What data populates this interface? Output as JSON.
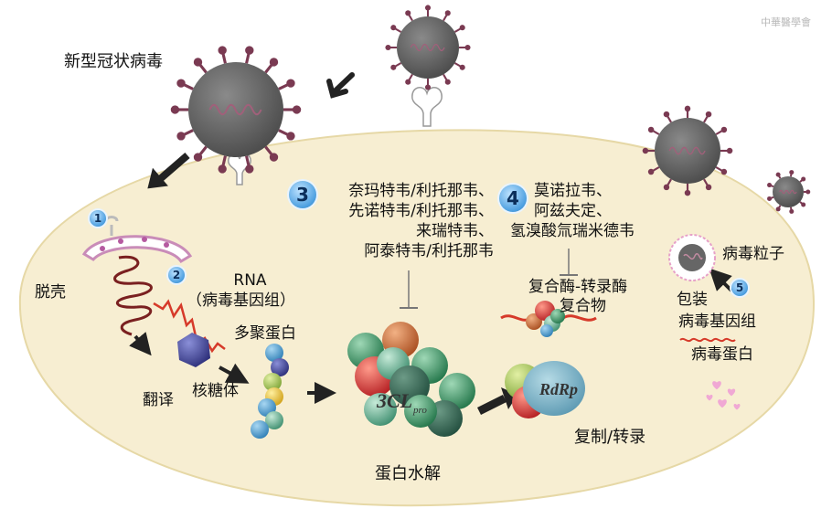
{
  "labels": {
    "virus": "新型冠状病毒",
    "uncoating": "脱壳",
    "rna_line1": "RNA",
    "rna_line2": "（病毒基因组）",
    "polyprotein": "多聚蛋白",
    "translation": "翻译",
    "ribosome": "核糖体",
    "proteolysis": "蛋白水解",
    "replication": "复制/转录",
    "complex_line1": "复合酶-转录酶",
    "complex_line2": "复合物",
    "virion": "病毒粒子",
    "packaging": "包装",
    "genome": "病毒基因组",
    "viral_protein": "病毒蛋白",
    "protease_tag": "3CL",
    "protease_sub": "pro",
    "rdrp_tag": "RdRp",
    "watermark": "中華醫學會"
  },
  "steps": {
    "s1": "1",
    "s2": "2",
    "s3": "3",
    "s4": "4",
    "s5": "5"
  },
  "drugs3": [
    "奈玛特韦/利托那韦、",
    "先诺特韦/利托那韦、",
    "来瑞特韦、",
    "阿泰特韦/利托那韦"
  ],
  "drugs4": [
    "莫诺拉韦、",
    "阿兹夫定、",
    "氢溴酸氚瑞米德韦"
  ],
  "colors": {
    "cell": "#f7eed2",
    "cell_border": "#e6d8a6",
    "virus_body": "#6b6b6b",
    "spike": "#7a3a52",
    "rna": "#d63a2a",
    "ribosome": "#3a3d8c",
    "green": "#2f8a5b",
    "teal": "#5aa88a",
    "red": "#d23a3a",
    "orange": "#c86a36",
    "heart": "#f0a8d4"
  }
}
